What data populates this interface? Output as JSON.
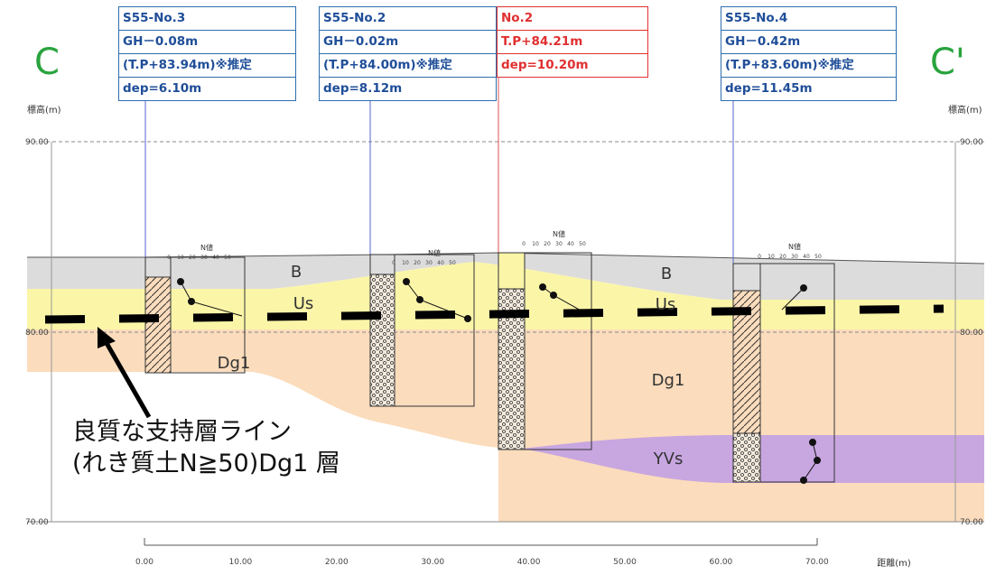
{
  "section": {
    "left_label": "C",
    "right_label": "C'",
    "elev_axis_left": "標高(m)",
    "elev_axis_right": "標高(m)",
    "elev_ticks": [
      "90.00",
      "80.00",
      "70.00"
    ],
    "dist_axis_label": "距離(m)",
    "dist_ticks": [
      "0.00",
      "10.00",
      "20.00",
      "30.00",
      "40.00",
      "50.00",
      "60.00",
      "70.00"
    ]
  },
  "boreholes": [
    {
      "name": "S55-No.3",
      "gh": "GH－0.08m",
      "tp": "(T.P+83.94m)※推定",
      "dep": "dep=6.10m"
    },
    {
      "name": "S55-No.2",
      "gh": "GH－0.02m",
      "tp": "(T.P+84.00m)※推定",
      "dep": "dep=8.12m"
    },
    {
      "name": "No.2",
      "tp": "T.P+84.21m",
      "dep": "dep=10.20m"
    },
    {
      "name": "S55-No.4",
      "gh": "GH－0.42m",
      "tp": "(T.P+83.60m)※推定",
      "dep": "dep=11.45m"
    }
  ],
  "layers": [
    {
      "name": "B",
      "color": "#dcdcdc"
    },
    {
      "name": "Us",
      "color": "#fbf5a8"
    },
    {
      "name": "Dg1",
      "color": "#fbdcbc"
    },
    {
      "name": "YVs",
      "color": "#c8a6e0"
    }
  ],
  "layer_labels": [
    "B",
    "B",
    "Us",
    "Us",
    "Dg1",
    "Dg1",
    "YVs"
  ],
  "n_value_label": "N値",
  "n_value_ticks": [
    "0",
    "10",
    "20",
    "30",
    "40",
    "50"
  ],
  "annotation": {
    "line1": "良質な支持層ライン",
    "line2": "(れき質土N≧50)Dg1 層"
  },
  "colors": {
    "accent_green": "#29a33d",
    "box_blue": "#2e6fae",
    "box_red": "#e03030"
  }
}
